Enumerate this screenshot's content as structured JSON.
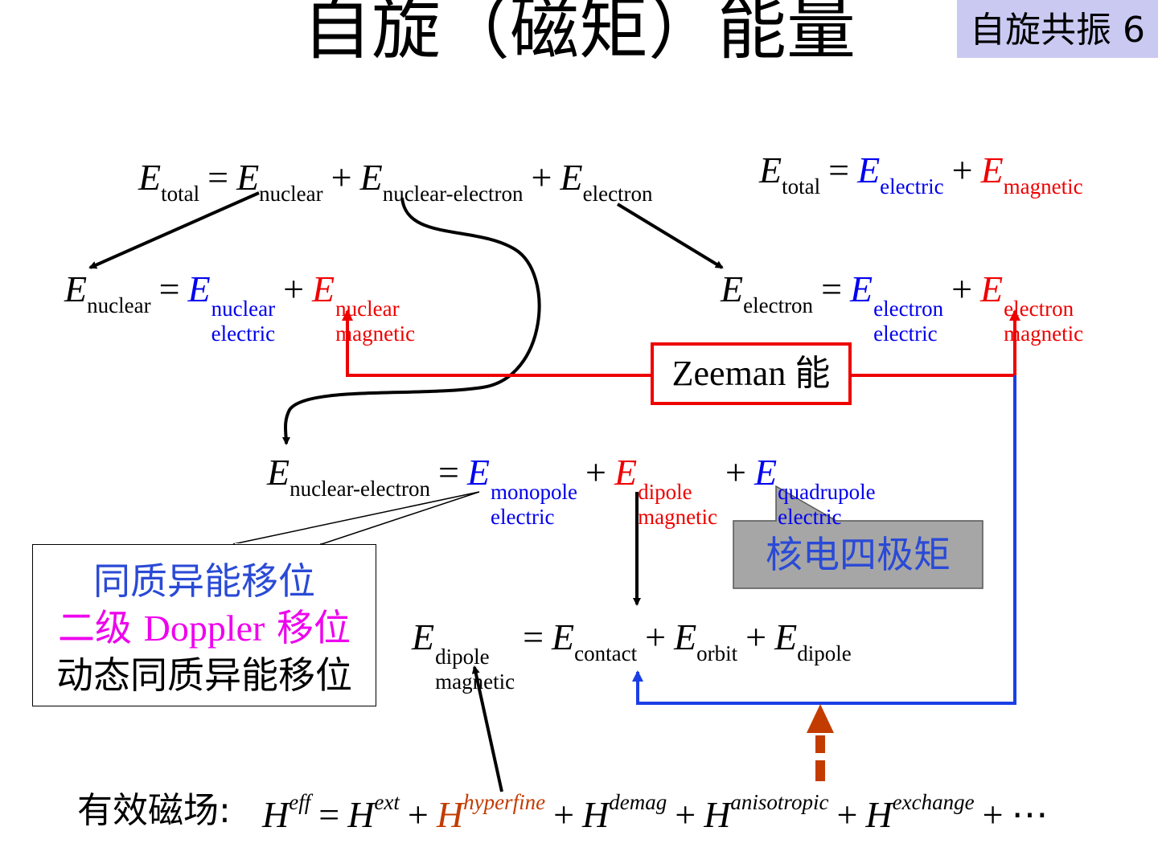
{
  "title": "自旋（磁矩）能量",
  "slide_tag": "自旋共振 6",
  "colors": {
    "electric": "#0000ee",
    "magnetic": "#ee0000",
    "hyperfine": "#c23c00",
    "tag_bg": "#c9c9f2",
    "callout_bg": "#a6a6a6",
    "callout_text": "#2a4ad6",
    "blue_line": "#1a3fe6"
  },
  "sym": {
    "E": "E",
    "H": "H",
    "eq": "=",
    "plus": "+",
    "dots": "⋯"
  },
  "eq_total1": {
    "s1": "total",
    "s2": "nuclear",
    "s3": "nuclear-electron",
    "s4": "electron"
  },
  "eq_total2": {
    "s1": "total",
    "s2": "electric",
    "s3": "magnetic"
  },
  "eq_nuclear": {
    "lhs_sub": "nuclear",
    "t1_sup": "nuclear",
    "t1_sub": "electric",
    "t2_sup": "nuclear",
    "t2_sub": "magnetic"
  },
  "eq_electron": {
    "lhs_sub": "electron",
    "t1_sup": "electron",
    "t1_sub": "electric",
    "t2_sup": "electron",
    "t2_sub": "magnetic"
  },
  "zeeman": "Zeeman 能",
  "eq_ne": {
    "lhs_sub": "nuclear-electron",
    "t1_sup": "monopole",
    "t1_sub": "electric",
    "t2_sup": "dipole",
    "t2_sub": "magnetic",
    "t3_sup": "quadrupole",
    "t3_sub": "electric"
  },
  "callout_quad": "核电四极矩",
  "note": {
    "line1": "同质异能移位",
    "line2a": "二级",
    "line2b": "Doppler",
    "line2c": "移位",
    "line3": "动态同质异能移位"
  },
  "eq_dipole": {
    "lhs_sup": "dipole",
    "lhs_sub": "magnetic",
    "t1_sub": "contact",
    "t2_sub": "orbit",
    "t3_sub": "dipole"
  },
  "heff": {
    "label": "有效磁场:",
    "s0": "eff",
    "s1": "ext",
    "s2": "hyperfine",
    "s3": "demag",
    "s4": "anisotropic",
    "s5": "exchange"
  }
}
